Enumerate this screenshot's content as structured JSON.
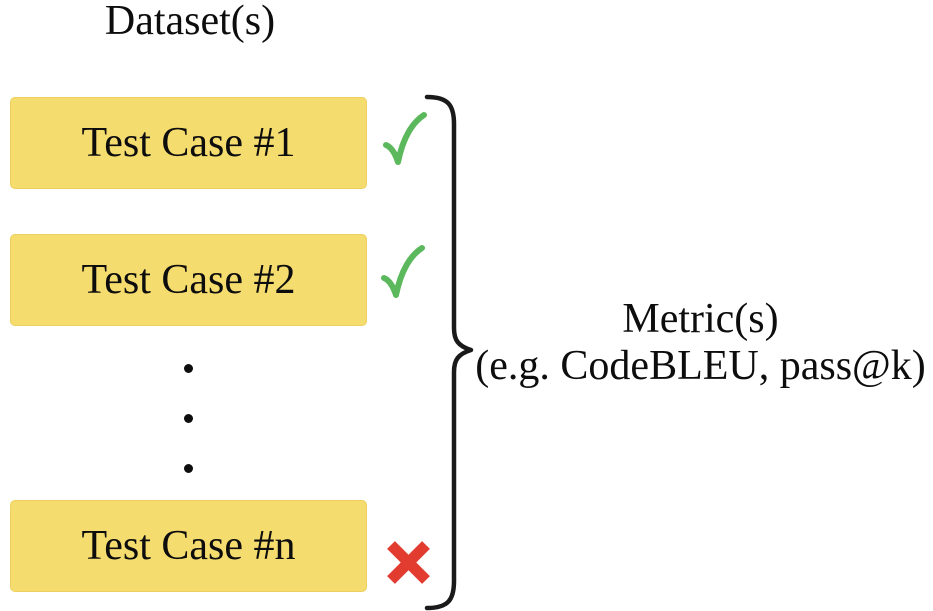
{
  "diagram": {
    "dataset_label": "Dataset(s)",
    "test_cases": [
      {
        "label": "Test Case #1",
        "result": "pass",
        "icon": "checkmark-icon"
      },
      {
        "label": "Test Case #2",
        "result": "pass",
        "icon": "checkmark-icon"
      },
      {
        "label": "Test Case #n",
        "result": "fail",
        "icon": "cross-icon"
      }
    ],
    "ellipsis_dots": 3,
    "metric_title": "Metric(s)",
    "metric_subtitle": "(e.g. CodeBLEU, pass@k)",
    "colors": {
      "box_fill": "#F5DC6E",
      "check_green": "#5CB85C",
      "cross_red": "#E23B30",
      "text": "#0d0d0d",
      "brace": "#1a1a1a"
    }
  }
}
